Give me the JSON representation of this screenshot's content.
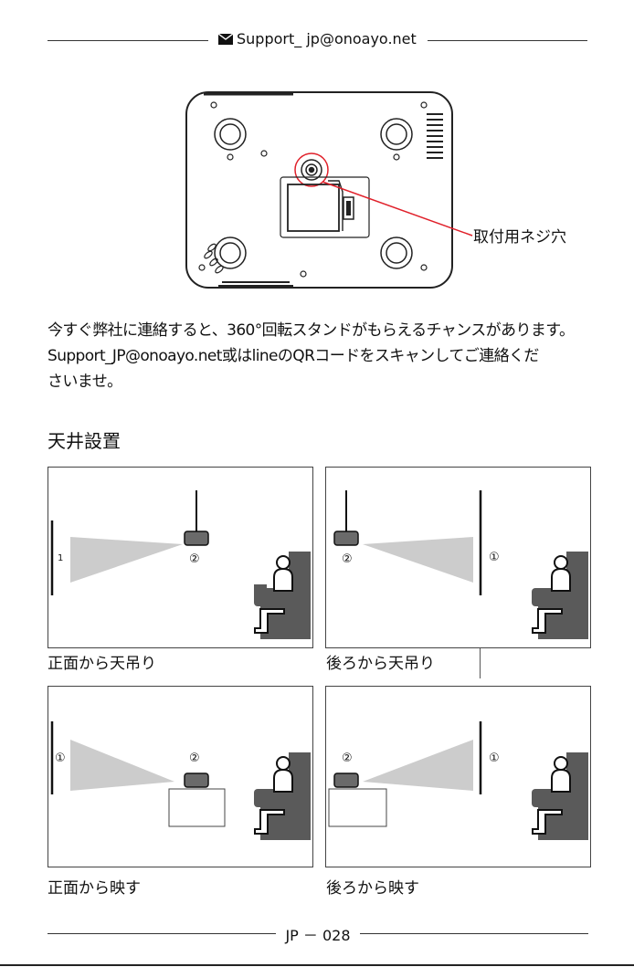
{
  "header": {
    "email": "Support_ jp@onoayo.net",
    "icon": "envelope-icon"
  },
  "diagram": {
    "label": "取付用ネジ穴"
  },
  "intro": {
    "line1": "今すぐ弊社に連絡すると、360°回転スタンドがもらえるチャンスがあります。",
    "line2": "Support_JP@onoayo.net或はlineのQRコードをスキャンしてご連絡くだ",
    "line3": "さいませ。"
  },
  "section": {
    "title": "天井設置"
  },
  "panels": [
    {
      "caption": "正面から天吊り",
      "screen_marker": "1",
      "projector_marker": "②"
    },
    {
      "caption": "後ろから天吊り",
      "screen_marker": "①",
      "projector_marker": "②"
    },
    {
      "caption": "正面から映す",
      "screen_marker": "①",
      "projector_marker": "②"
    },
    {
      "caption": "後ろから映す",
      "screen_marker": "①",
      "projector_marker": "②"
    }
  ],
  "footer": {
    "page": "JP － 028"
  },
  "colors": {
    "accent_red": "#e0202a",
    "beam": "#cccccc",
    "chair": "#5a5a5a"
  }
}
